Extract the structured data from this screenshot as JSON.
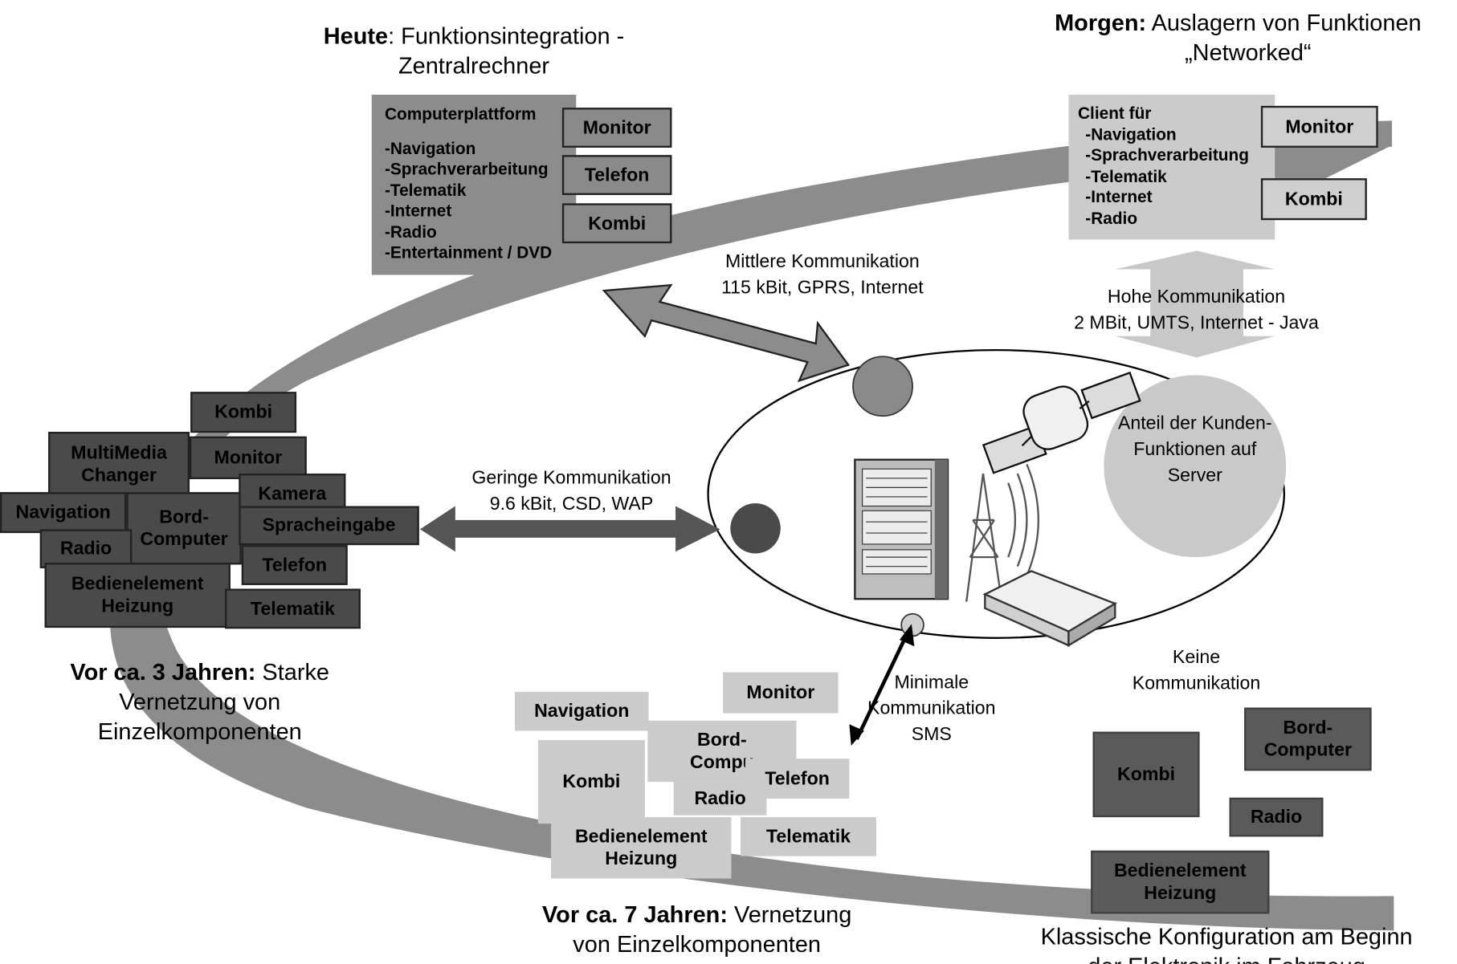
{
  "captions": {
    "heute": {
      "bold": "Heute",
      "rest": ": Funktionsintegration -",
      "line2": "Zentralrechner"
    },
    "morgen": {
      "bold": "Morgen:",
      "rest": " Auslagern von Funktionen",
      "line2": "„Networked“"
    },
    "vor3": {
      "bold": "Vor ca. 3 Jahren:",
      "rest": " Starke",
      "line2": "Vernetzung von",
      "line3": "Einzelkomponenten"
    },
    "vor7": {
      "bold": "Vor ca. 7 Jahren:",
      "rest": " Vernetzung",
      "line2": "von Einzelkomponenten"
    },
    "klassisch": {
      "line1": "Klassische Konfiguration am Beginn",
      "line2": "der Elektronik im Fahrzeug"
    }
  },
  "communication": {
    "mittlere": {
      "line1": "Mittlere Kommunikation",
      "line2": "115 kBit, GPRS, Internet"
    },
    "hohe": {
      "line1": "Hohe Kommunikation",
      "line2": "2 MBit, UMTS, Internet - Java"
    },
    "geringe": {
      "line1": "Geringe Kommunikation",
      "line2": "9.6 kBit, CSD, WAP"
    },
    "minimale": {
      "line1": "Minimale",
      "line2": "Kommunikation",
      "line3": "SMS"
    },
    "keine": {
      "line1": "Keine",
      "line2": "Kommunikation"
    }
  },
  "server_circle": {
    "text": "Anteil der Kunden-Funktionen auf Server"
  },
  "heute_panel": {
    "title": "Computerplattform",
    "items": [
      "-Navigation",
      "-Sprachverarbeitung",
      "-Telematik",
      "-Internet",
      "-Radio",
      "-Entertainment / DVD"
    ],
    "boxes": [
      "Monitor",
      "Telefon",
      "Kombi"
    ]
  },
  "morgen_panel": {
    "title": "Client für",
    "items": [
      "-Navigation",
      "-Sprachverarbeitung",
      "-Telematik",
      "-Internet",
      "-Radio"
    ],
    "boxes": [
      "Monitor",
      "Kombi"
    ]
  },
  "vor3_boxes": {
    "kombi": "Kombi",
    "multimedia": "MultiMedia\nChanger",
    "monitor": "Monitor",
    "kamera": "Kamera",
    "navigation": "Navigation",
    "bord": "Bord-\nComputer",
    "sprach": "Spracheingabe",
    "radio": "Radio",
    "telefon": "Telefon",
    "bedien": "Bedienelement\nHeizung",
    "telematik": "Telematik"
  },
  "vor7_boxes": {
    "monitor": "Monitor",
    "navigation": "Navigation",
    "bord": "Bord-\nCompu",
    "kombi": "Kombi",
    "telefon": "Telefon",
    "radio": "Radio",
    "bedien": "Bedienelement\nHeizung",
    "telematik": "Telematik"
  },
  "klassisch_boxes": {
    "bord": "Bord-\nComputer",
    "kombi": "Kombi",
    "radio": "Radio",
    "bedien": "Bedienelement\nHeizung"
  },
  "colors": {
    "band": "#8c8c8c",
    "dark_box": "#4a4a4a",
    "light_box": "#cbcbcb",
    "arrow": "#555555"
  }
}
